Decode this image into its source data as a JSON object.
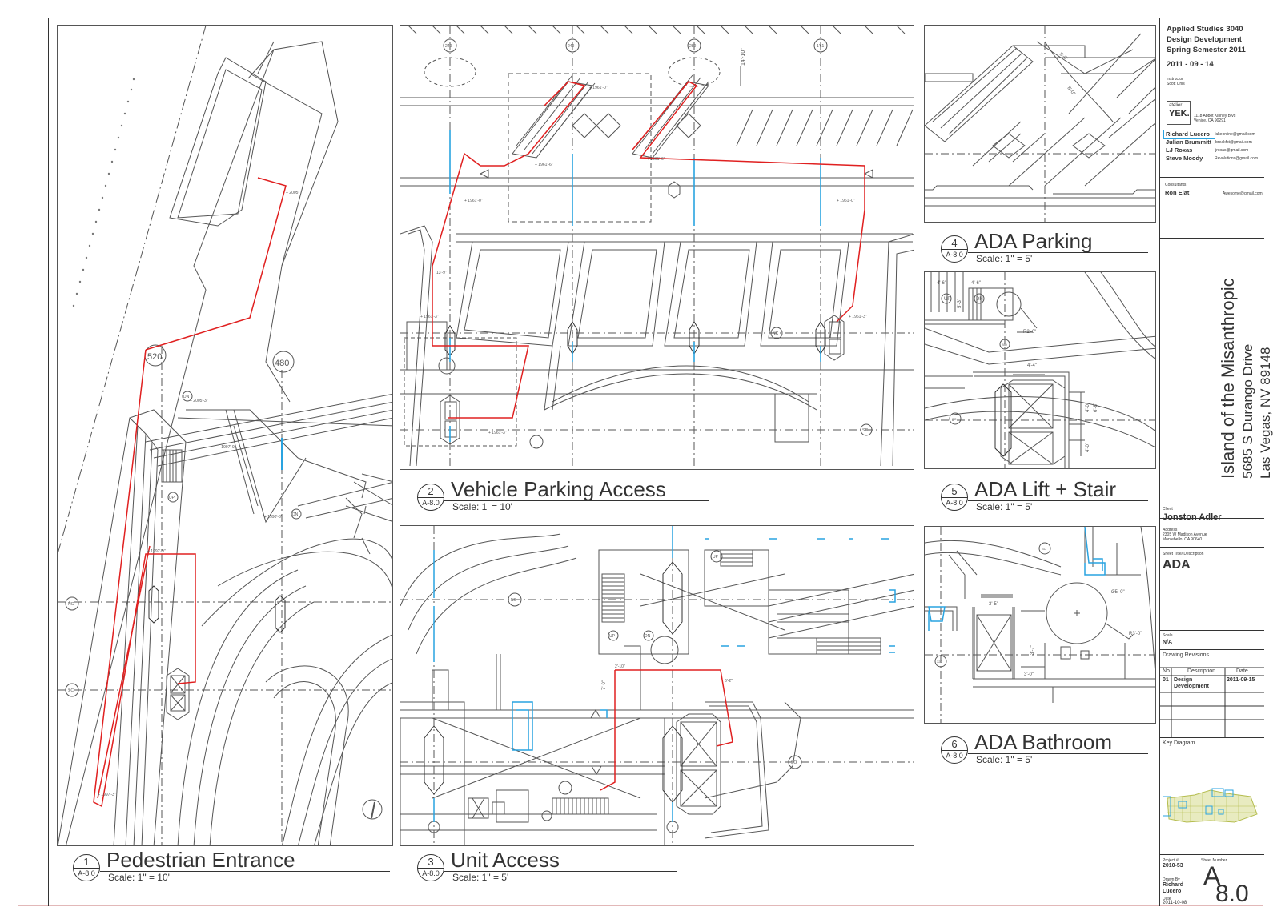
{
  "course": {
    "line1": "Applied Studies 3040",
    "line2": "Design Development",
    "line3": "Spring Semester 2011",
    "date": "2011 - 09 - 14",
    "instructor_label": "Instructor",
    "instructor_name": "Scott Uhls"
  },
  "firm": {
    "logo_top": "atelier",
    "logo_main": "YEK.",
    "address1": "1118 Abbot Kinney Blvd",
    "address2": "Venice, CA 90291"
  },
  "team": [
    {
      "name": "Richard Lucero",
      "email": "fakeonline@gmail.com"
    },
    {
      "name": "Julian Brummitt",
      "email": "jbreakfst@gmail.com"
    },
    {
      "name": "LJ Roxas",
      "email": "ljroxas@gmail.com"
    },
    {
      "name": "Steve Moody",
      "email": "Revolutions@gmail.com"
    }
  ],
  "consultants": {
    "label": "Consultants",
    "name": "Ron Elat",
    "email": "Awesome@gmail.com"
  },
  "project": {
    "title": "Island of the Misanthropic",
    "address1": "5685 S Durango Drive",
    "address2": "Las Vegas, NV 89148"
  },
  "client": {
    "label": "Client",
    "name": "Jonston Adler",
    "address_label": "Address",
    "address1": "2305 W Madison Avenue",
    "address2": "Montebello, CA 90640"
  },
  "sheet_title": {
    "label": "Sheet Title/ Description",
    "value": "ADA"
  },
  "scale": {
    "label": "Scale",
    "value": "N/A"
  },
  "revisions": {
    "title": "Drawing Revisions",
    "headers": [
      "No.",
      "Description",
      "Date"
    ],
    "rows": [
      {
        "no": "01",
        "description": "Design Development",
        "date": "2011-09-15"
      }
    ]
  },
  "key_diagram": {
    "label": "Key Diagram"
  },
  "project_number": {
    "label": "Project #",
    "value": "2010-53"
  },
  "drawn_by": {
    "label": "Drawn By",
    "value1": "Richard",
    "value2": "Lucero"
  },
  "date_block": {
    "label": "Date",
    "value": "2011-10-08"
  },
  "sheet_number": {
    "label": "Sheet Number",
    "letter": "A",
    "number": "8.0"
  },
  "drawings": [
    {
      "num": "1",
      "ref": "A-8.0",
      "title": "Pedestrian Entrance",
      "scale": "Scale: 1\" = 10'"
    },
    {
      "num": "2",
      "ref": "A-8.0",
      "title": "Vehicle Parking Access",
      "scale": "Scale: 1' = 10'"
    },
    {
      "num": "3",
      "ref": "A-8.0",
      "title": "Unit Access",
      "scale": "Scale: 1\" = 5'"
    },
    {
      "num": "4",
      "ref": "A-8.0",
      "title": "ADA Parking",
      "scale": "Scale: 1\" = 5'"
    },
    {
      "num": "5",
      "ref": "A-8.0",
      "title": "ADA Lift + Stair",
      "scale": "Scale: 1\" = 5'"
    },
    {
      "num": "6",
      "ref": "A-8.0",
      "title": "ADA Bathroom",
      "scale": "Scale: 1\" = 5'"
    }
  ],
  "annotations": {
    "p1": {
      "grid_a": "520",
      "grid_b": "480",
      "nc": "NC",
      "sc": "SC",
      "dn": "DN",
      "up": "UP",
      "elev1": "+ 2005'",
      "elev2": "+ 2005'-3\"",
      "elev3": "+ 1997'-9\"",
      "elev4": "+ 1990'-3\"",
      "elev5": "+ 1992'-9\"",
      "elev6": "+ 1997'-3\""
    },
    "p2": {
      "g1": "240",
      "g2": "240",
      "g3": "280",
      "g4": "1'61",
      "dim1": "14'-10\"",
      "elev1": "+ 1961'-0\"",
      "elev2": "+ 1961'-6\"",
      "elev3": "+ 1961'-6\"",
      "elev4": "+ 1961'-0\"",
      "elev5": "+ 1961'-3\"",
      "elev6": "+ 1961'-3\"",
      "elev7": "+ 1961'-3\"",
      "dim2": "13'-9\"",
      "nc": "NC",
      "sc": "SC"
    },
    "p3": {
      "up1": "UP",
      "up2": "UP",
      "dn": "DN",
      "nc": "NC",
      "sc": "SC",
      "dim1": "2'-10\"",
      "dim2": "7'-0\"",
      "dim3": "6'-2\""
    },
    "p4": {
      "dim1": "8'-0\"",
      "dim2": "8'-0\""
    },
    "p5": {
      "d1": "4'-6\"",
      "d2": "4'-6\"",
      "d3": "5'-3\"",
      "up": "UP",
      "dn": "DN",
      "r": "R2'-6\"",
      "g": "280",
      "d4": "4'-4\"",
      "d5": "4'-0\"",
      "d6": "4'-0\"",
      "d7": "6'-8\"",
      "sc": "SC"
    },
    "p6": {
      "sc": "SC",
      "d1": "Ø5'-0\"",
      "d2": "3'-5\"",
      "d3": "3'-7\"",
      "d4": "R3'-0\"",
      "d5": "3'-0\"",
      "g": "320"
    }
  }
}
